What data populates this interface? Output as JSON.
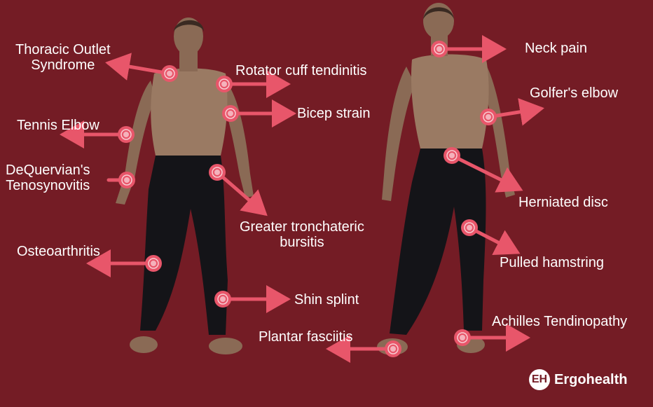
{
  "labels": {
    "thoracic_line1": "Thoracic Outlet",
    "thoracic_line2": "Syndrome",
    "rotator_cuff": "Rotator cuff tendinitis",
    "bicep": "Bicep strain",
    "tennis_elbow": "Tennis Elbow",
    "dequervain_line1": "DeQuervian's",
    "dequervain_line2": "Tenosynovitis",
    "greater_line1": "Greater tronchateric",
    "greater_line2": "bursitis",
    "osteoarthritis": "Osteoarthritis",
    "shin_splint": "Shin splint",
    "plantar": "Plantar fasciitis",
    "neck_pain": "Neck pain",
    "golfers_elbow": "Golfer's elbow",
    "herniated_disc": "Herniated disc",
    "pulled_hamstring": "Pulled hamstring",
    "achilles": "Achilles Tendinopathy"
  },
  "brand": {
    "name": "Ergohealth",
    "mark": "EH"
  },
  "colors": {
    "background": "#741c25",
    "marker": "#e8566a",
    "text": "#ffffff"
  }
}
